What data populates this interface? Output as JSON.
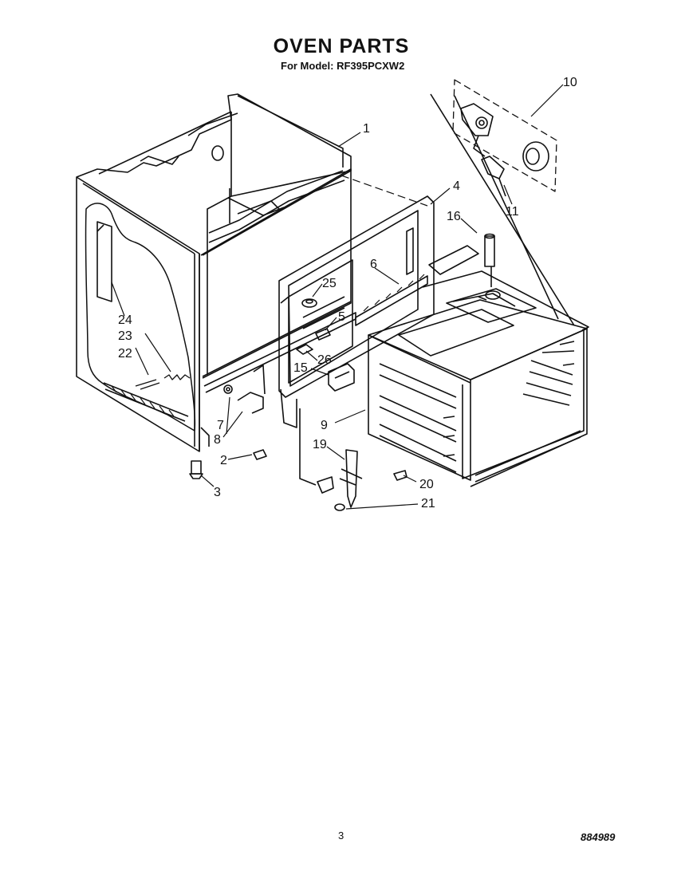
{
  "header": {
    "title": "OVEN PARTS",
    "model_label": "For Model:",
    "model_number": "RF395PCXW2"
  },
  "callouts": [
    "1",
    "2",
    "3",
    "4",
    "5",
    "6",
    "7",
    "8",
    "9",
    "10",
    "11",
    "15",
    "16",
    "19",
    "20",
    "21",
    "22",
    "23",
    "24",
    "25",
    "26"
  ],
  "footer": {
    "page_number": "3",
    "document_number": "884989"
  }
}
